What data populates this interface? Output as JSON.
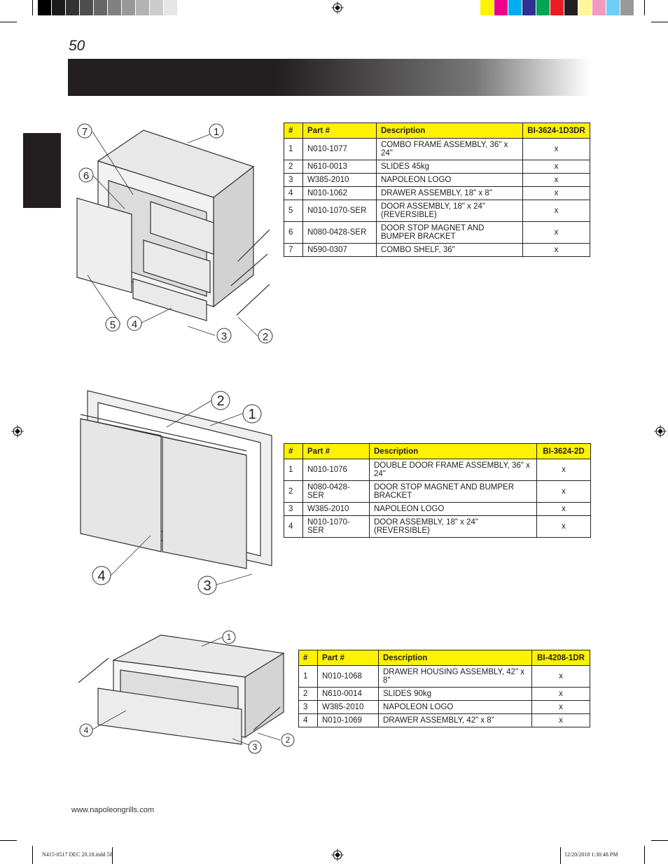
{
  "page_number": "50",
  "footer_url": "www.napoleongrills.com",
  "slug_left": "N415-0517 DEC 20.18.indd   50",
  "slug_right": "12/20/2018   1:30:48 PM",
  "colors": {
    "header_fill": "#fff200",
    "banner_dark": "#231f20",
    "gray_swatches": [
      "#000000",
      "#1a1a1a",
      "#333333",
      "#4d4d4d",
      "#666666",
      "#808080",
      "#999999",
      "#b3b3b3",
      "#cccccc",
      "#e6e6e6",
      "#ffffff"
    ],
    "color_swatches": [
      "#fff200",
      "#ec008c",
      "#00aeef",
      "#2e3192",
      "#00a651",
      "#ed1c24",
      "#231f20",
      "#fff799",
      "#f49ac1",
      "#6dcff6",
      "#999999"
    ]
  },
  "table1": {
    "headers": [
      "#",
      "Part #",
      "Description",
      "BI-3624-1D3DR"
    ],
    "rows": [
      {
        "num": "1",
        "part": "N010-1077",
        "desc": "COMBO FRAME ASSEMBLY, 36\" x 24\"",
        "qty": "x"
      },
      {
        "num": "2",
        "part": "N610-0013",
        "desc": "SLIDES 45kg",
        "qty": "x"
      },
      {
        "num": "3",
        "part": "W385-2010",
        "desc": "NAPOLEON LOGO",
        "qty": "x"
      },
      {
        "num": "4",
        "part": "N010-1062",
        "desc": "DRAWER ASSEMBLY, 18\" x 8\"",
        "qty": "x"
      },
      {
        "num": "5",
        "part": "N010-1070-SER",
        "desc": "DOOR ASSEMBLY, 18\" x 24\" (REVERSIBLE)",
        "qty": "x"
      },
      {
        "num": "6",
        "part": "N080-0428-SER",
        "desc": "DOOR STOP MAGNET AND BUMPER BRACKET",
        "qty": "x"
      },
      {
        "num": "7",
        "part": "N590-0307",
        "desc": "COMBO SHELF, 36\"",
        "qty": "x"
      }
    ]
  },
  "table2": {
    "headers": [
      "#",
      "Part #",
      "Description",
      "BI-3624-2D"
    ],
    "rows": [
      {
        "num": "1",
        "part": "N010-1076",
        "desc": "DOUBLE DOOR FRAME ASSEMBLY, 36\" x 24\"",
        "qty": "x"
      },
      {
        "num": "2",
        "part": "N080-0428-SER",
        "desc": "DOOR STOP MAGNET AND BUMPER BRACKET",
        "qty": "x"
      },
      {
        "num": "3",
        "part": "W385-2010",
        "desc": "NAPOLEON LOGO",
        "qty": "x"
      },
      {
        "num": "4",
        "part": "N010-1070-SER",
        "desc": "DOOR ASSEMBLY, 18\" x 24\" (REVERSIBLE)",
        "qty": "x"
      }
    ]
  },
  "table3": {
    "headers": [
      "#",
      "Part #",
      "Description",
      "BI-4208-1DR"
    ],
    "rows": [
      {
        "num": "1",
        "part": "N010-1068",
        "desc": "DRAWER HOUSING ASSEMBLY, 42\" x 8\"",
        "qty": "x"
      },
      {
        "num": "2",
        "part": "N610-0014",
        "desc": "SLIDES 90kg",
        "qty": "x"
      },
      {
        "num": "3",
        "part": "W385-2010",
        "desc": "NAPOLEON LOGO",
        "qty": "x"
      },
      {
        "num": "4",
        "part": "N010-1069",
        "desc": "DRAWER ASSEMBLY, 42\" x 8\"",
        "qty": "x"
      }
    ]
  },
  "diagram1_callouts": [
    "1",
    "2",
    "3",
    "4",
    "5",
    "6",
    "7"
  ],
  "diagram2_callouts": [
    "1",
    "2",
    "3",
    "4"
  ],
  "diagram3_callouts": [
    "1",
    "2",
    "3",
    "4"
  ]
}
